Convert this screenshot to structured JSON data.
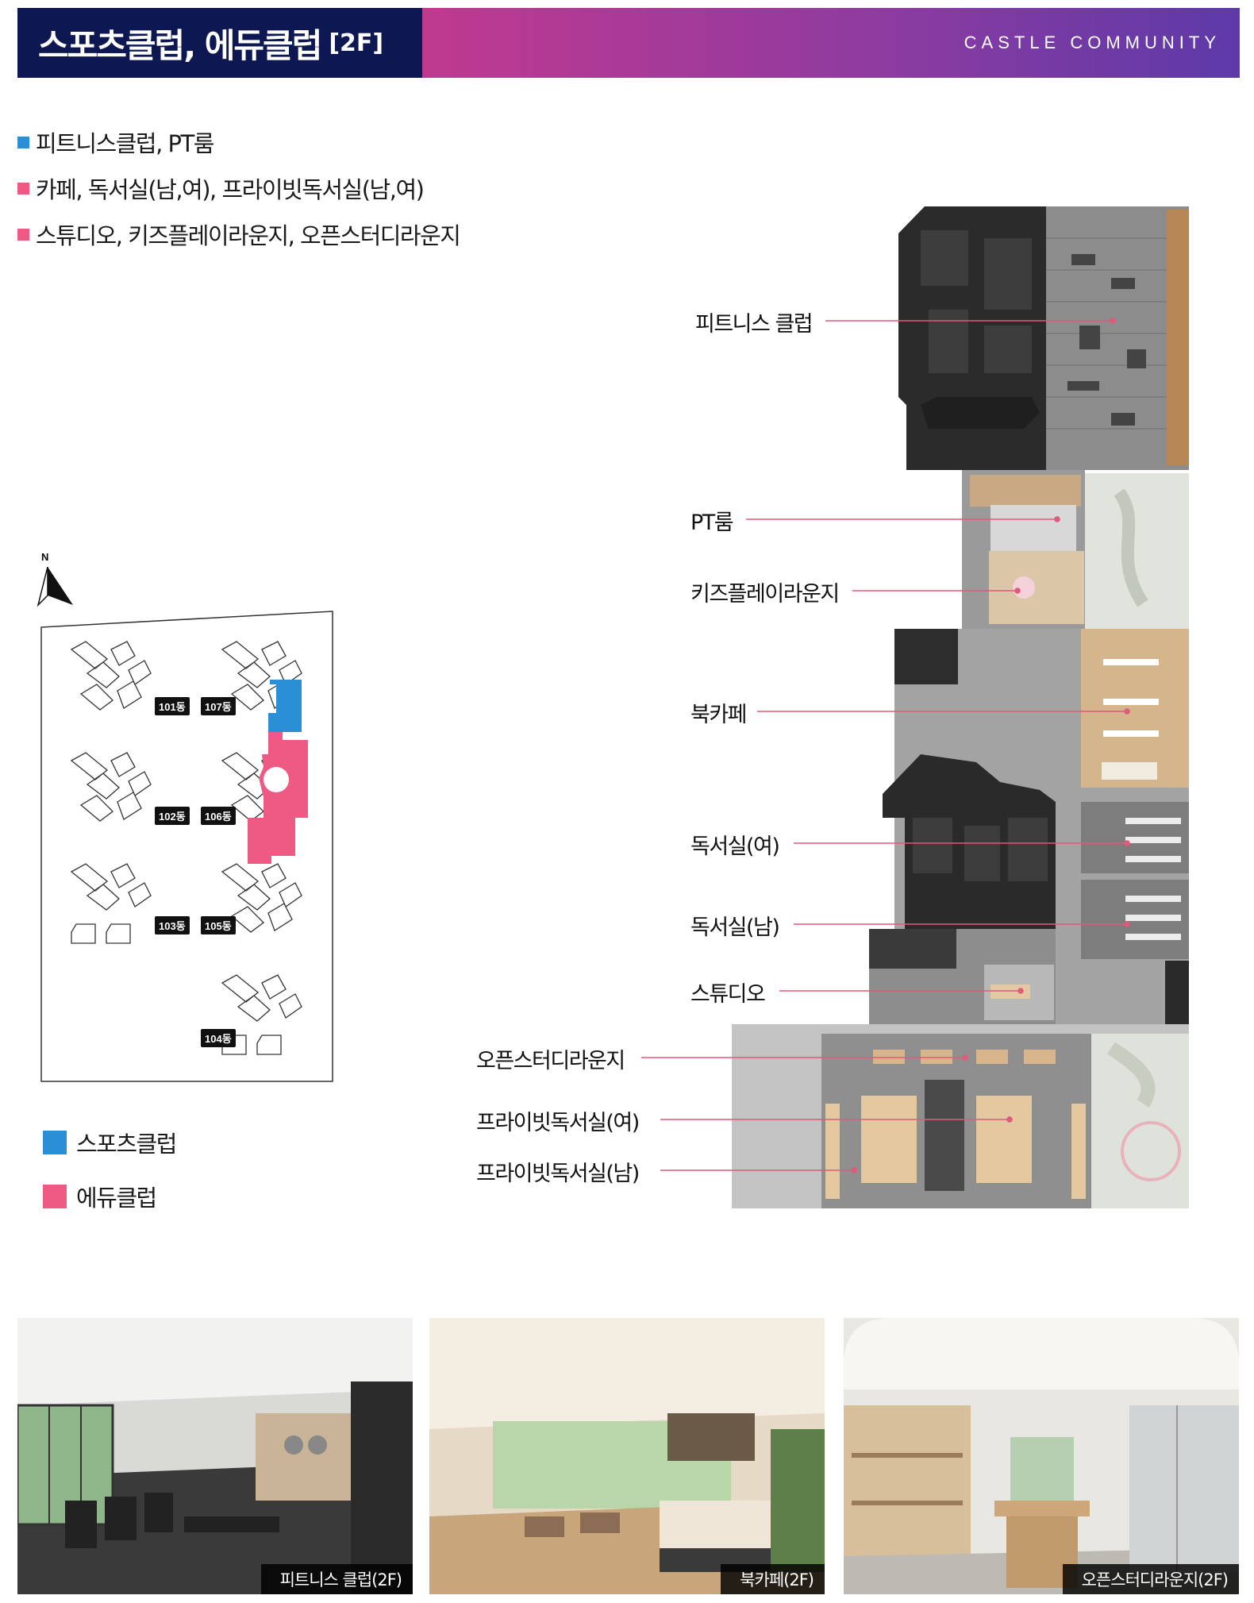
{
  "header": {
    "title": "스포츠클럽, 에듀클럽",
    "floor": "[2F]",
    "subtitle": "CASTLE COMMUNITY"
  },
  "bullets": [
    {
      "text": "피트니스클럽, PT룸",
      "color": "#2b8fd6"
    },
    {
      "text": "카페, 독서실(남,여), 프라이빗독서실(남,여)",
      "color": "#ef5a85"
    },
    {
      "text": "스튜디오, 키즈플레이라운지, 오픈스터디라운지",
      "color": "#ef5a85"
    }
  ],
  "sitemap": {
    "north": "N",
    "buildings": [
      "101동",
      "107동",
      "102동",
      "106동",
      "103동",
      "105동",
      "104동"
    ]
  },
  "legend": [
    {
      "label": "스포츠클럽",
      "color": "#2b8fd6"
    },
    {
      "label": "에듀클럽",
      "color": "#ef5a85"
    }
  ],
  "callouts": [
    "피트니스 클럽",
    "PT룸",
    "키즈플레이라운지",
    "북카페",
    "독서실(여)",
    "독서실(남)",
    "스튜디오",
    "오픈스터디라운지",
    "프라이빗독서실(여)",
    "프라이빗독서실(남)"
  ],
  "colors": {
    "callout_line": "#e05a7a",
    "navy": "#0d1752"
  },
  "photos": [
    {
      "caption": "피트니스 클럽(2F)",
      "icon": "fitness-photo"
    },
    {
      "caption": "북카페(2F)",
      "icon": "bookcafe-photo"
    },
    {
      "caption": "오픈스터디라운지(2F)",
      "icon": "study-lounge-photo"
    }
  ]
}
